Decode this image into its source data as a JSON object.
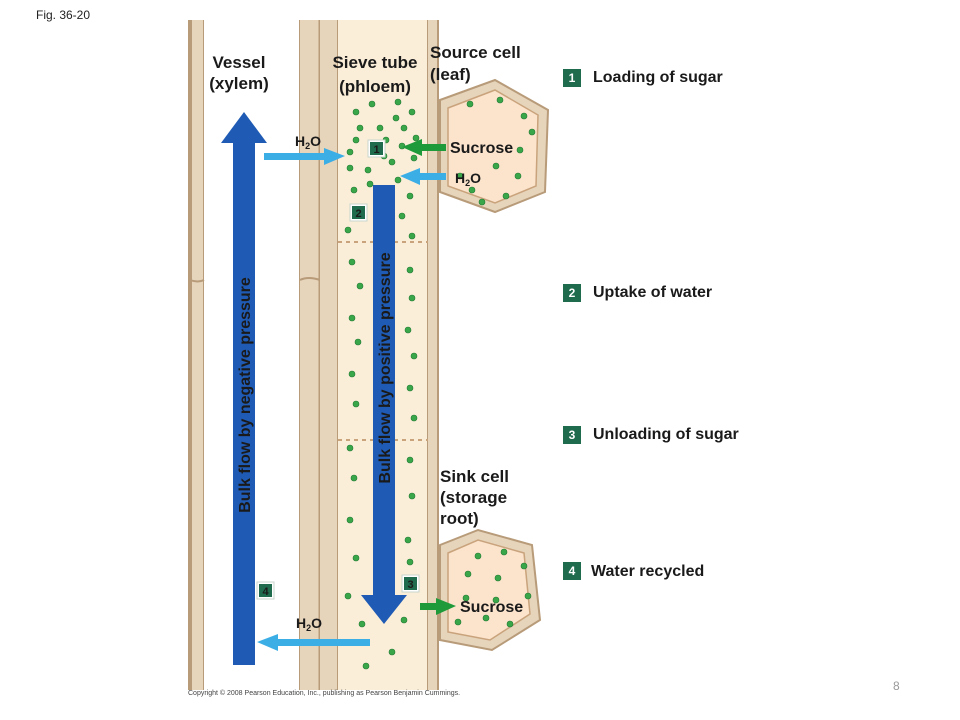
{
  "figure_label": "Fig. 36-20",
  "labels": {
    "vessel_line1": "Vessel",
    "vessel_line2": "(xylem)",
    "sieve_line1": "Sieve tube",
    "sieve_line2": "(phloem)",
    "source_line1": "Source cell",
    "source_line2": "(leaf)",
    "sink_line1": "Sink cell",
    "sink_line2": "(storage",
    "sink_line3": "root)",
    "sucrose_top": "Sucrose",
    "sucrose_bottom": "Sucrose",
    "water": "H",
    "water_sub": "2",
    "water_end": "O",
    "bulk_negative": "Bulk flow by negative pressure",
    "bulk_positive": "Bulk flow by positive pressure"
  },
  "diagram_markers": [
    "1",
    "2",
    "3",
    "4"
  ],
  "legend": [
    {
      "number": "1",
      "text": "Loading of sugar"
    },
    {
      "number": "2",
      "text": "Uptake of water"
    },
    {
      "number": "3",
      "text": "Unloading of sugar"
    },
    {
      "number": "4",
      "text": "Water recycled"
    }
  ],
  "copyright": "Copyright © 2008 Pearson Education, Inc., publishing as Pearson Benjamin Cummings.",
  "page_number": "8",
  "colors": {
    "wall": "#e6d4bb",
    "wall_edge": "#b89b79",
    "cell_fill": "#fbe3cc",
    "cell_edge": "#c9a37c",
    "sugar_dot": "#3aa64a",
    "blue_arrow": "#1f5bb4",
    "light_blue_arrow": "#3caee6",
    "green_arrow": "#1f9a3a",
    "badge": "#1e6b4e"
  }
}
